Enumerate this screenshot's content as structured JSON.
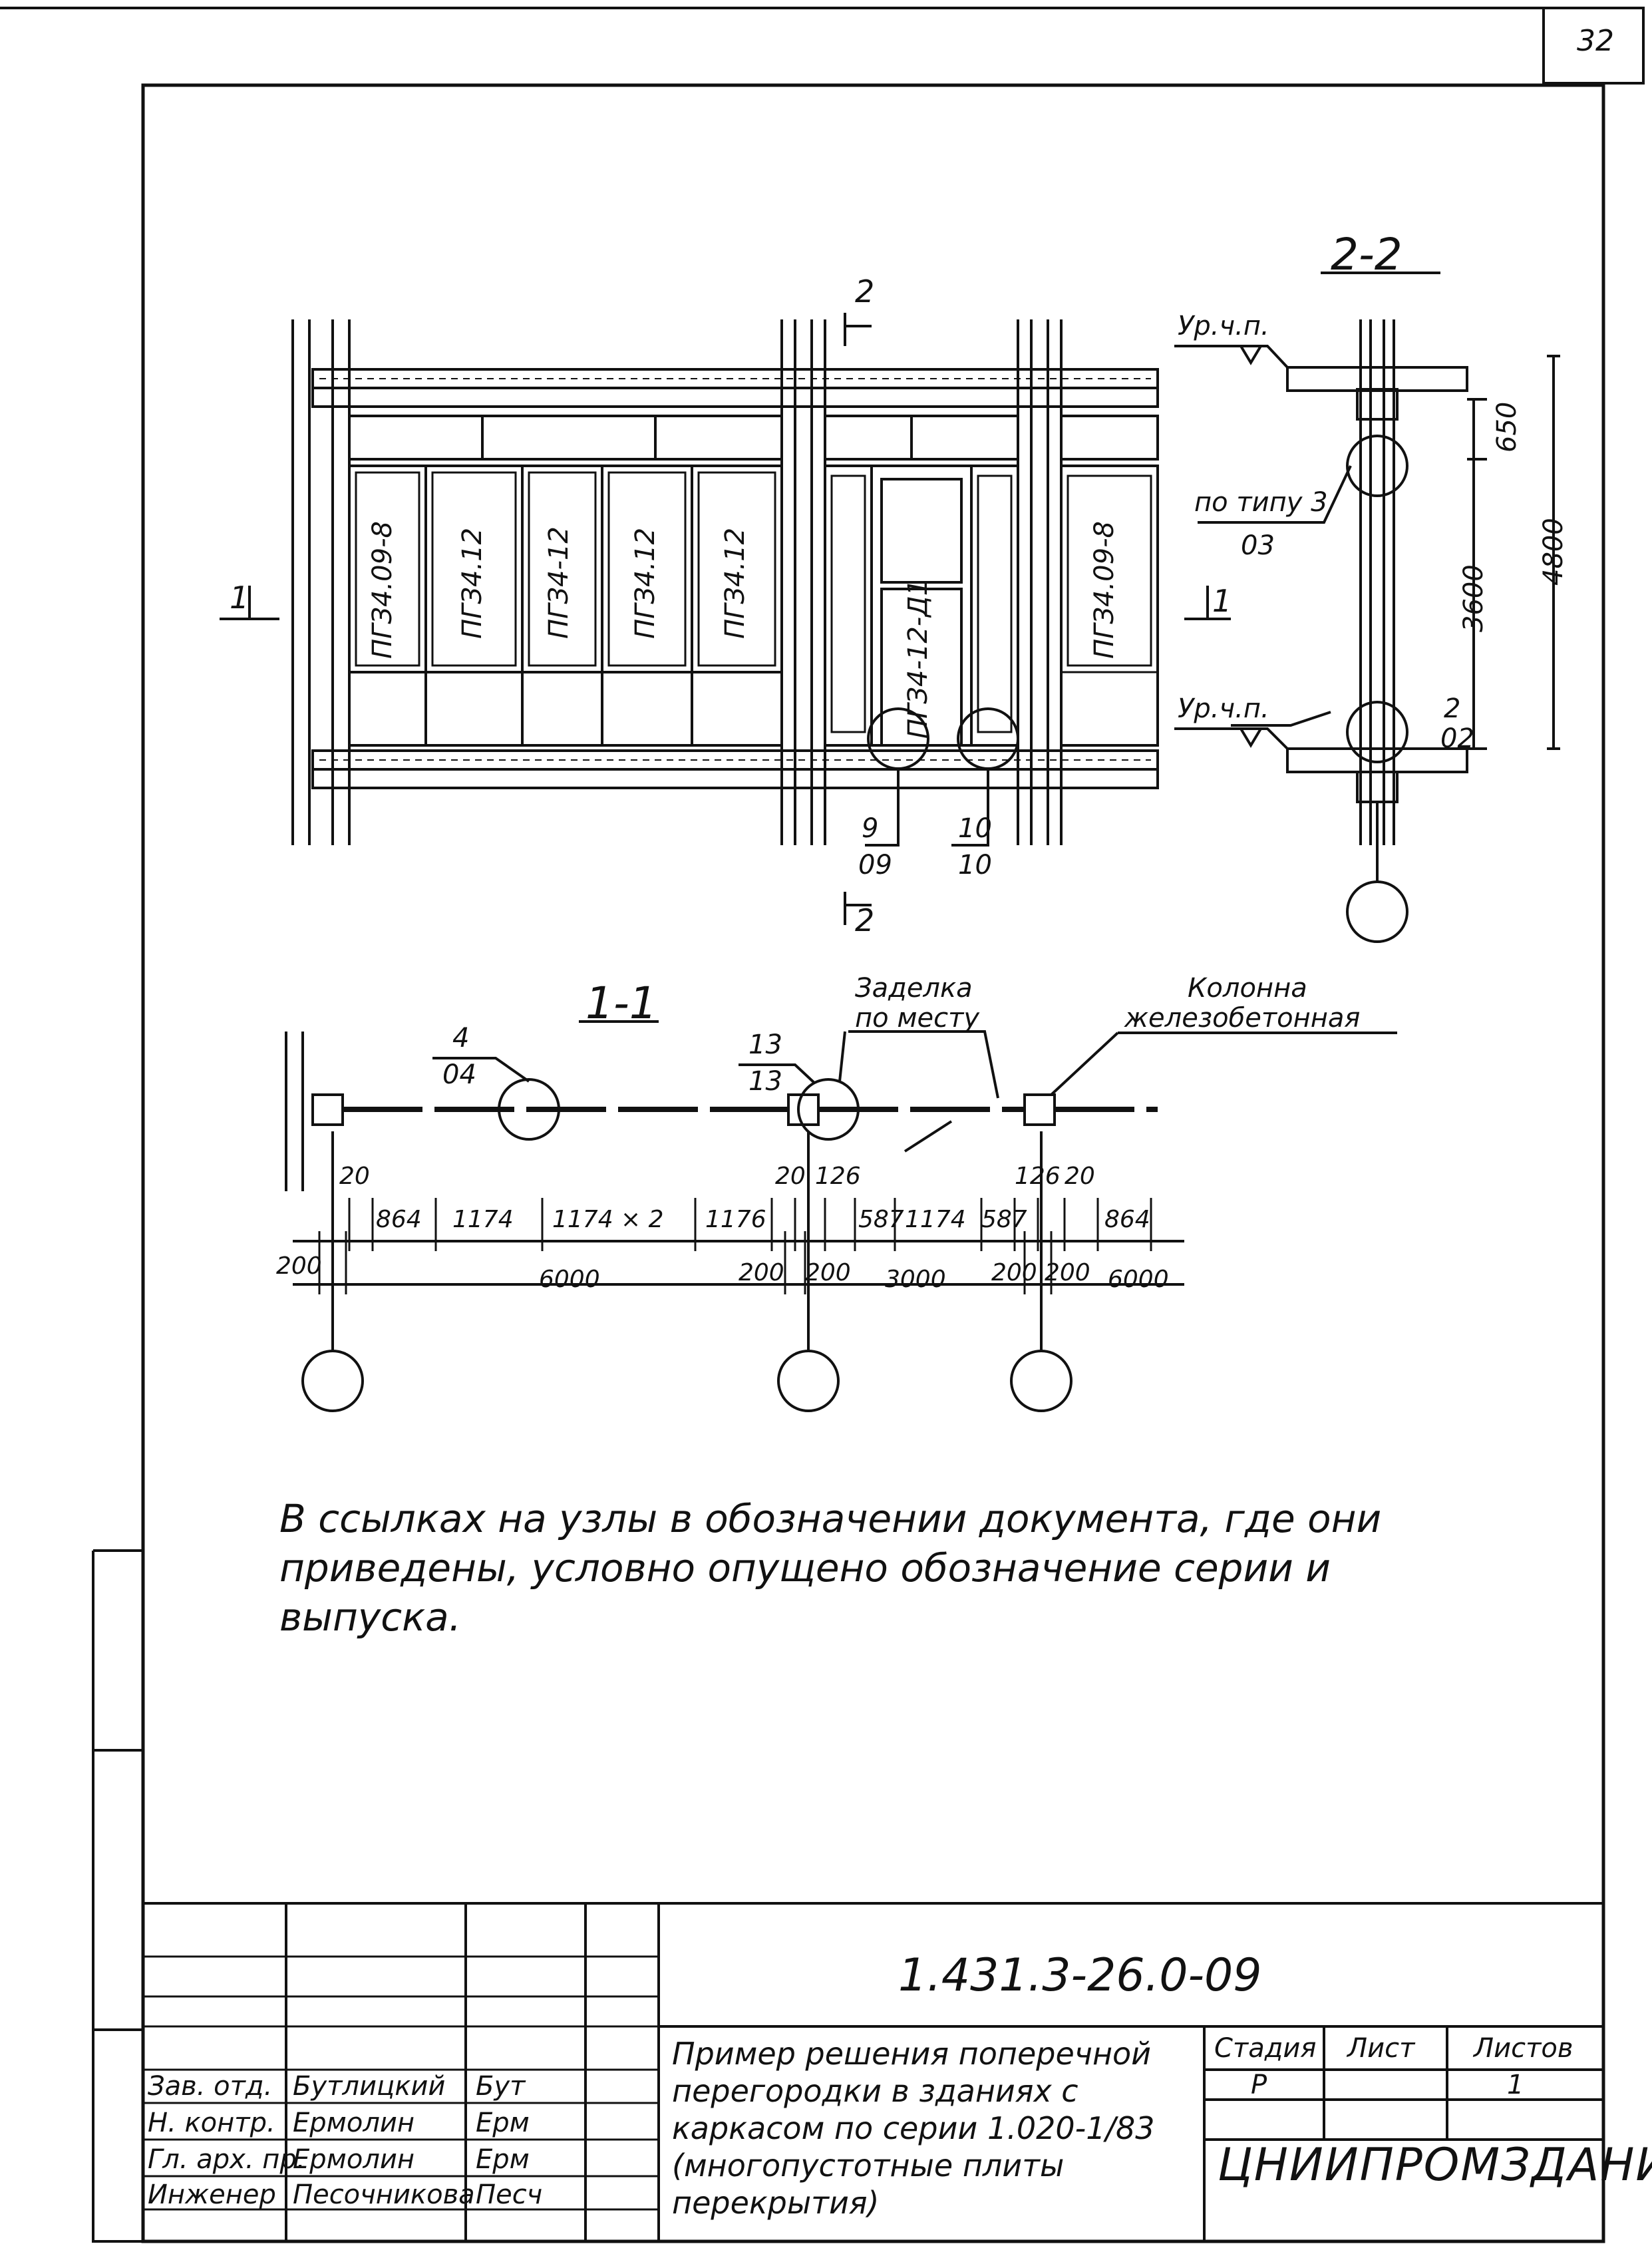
{
  "page_number": "32",
  "sections": {
    "section_1": "1-1",
    "section_2": "2-2",
    "cut_mark_1": "1",
    "cut_mark_2": "2"
  },
  "elevation": {
    "panels_left": [
      "ПГЗ4.09-8",
      "ПГЗ4.12",
      "ПГЗ4-12",
      "ПГЗ4.12",
      "ПГЗ4.12"
    ],
    "panel_door": "ПГЗ4-12-Д1",
    "panel_right": "ПГЗ4.09-8",
    "callout_9": {
      "num": "9",
      "ref": "09"
    },
    "callout_10": {
      "num": "10",
      "ref": "10"
    }
  },
  "section_2_2": {
    "level_top": "Ур.ч.п.",
    "level_bottom": "Ур.ч.п.",
    "type_label": "по типу 3",
    "type_ref": "03",
    "callout_2": {
      "num": "2",
      "ref": "02"
    },
    "dim_650": "650",
    "dim_3600": "3600",
    "dim_4800": "4800"
  },
  "section_1_1": {
    "callout_4": {
      "num": "4",
      "ref": "04"
    },
    "callout_13": {
      "num": "13",
      "ref": "13"
    },
    "fill_label_1": "Заделка",
    "fill_label_2": "по месту",
    "column_label_1": "Колонна",
    "column_label_2": "железобетонная",
    "dims_row1": [
      "20",
      "864",
      "1174",
      "1174 × 2",
      "1176",
      "20",
      "126",
      "587",
      "1174",
      "587",
      "126",
      "20",
      "864"
    ],
    "dims_row2": [
      "200",
      "6000",
      "200",
      "200",
      "3000",
      "200",
      "200",
      "6000"
    ]
  },
  "note": "В ссылках на узлы в обозначении документа, где они приведены, условно опущено обозначение серии и выпуска.",
  "stamp": {
    "doc_code": "1.431.3-26.0-09",
    "title": "Пример решения поперечной перегородки в зданиях с каркасом по серии 1.020-1/83 (многопустотные плиты перекрытия)",
    "stage_hdr": "Стадия",
    "sheet_hdr": "Лист",
    "sheets_hdr": "Листов",
    "stage_val": "Р",
    "sheets_val": "1",
    "org": "ЦНИИПРОМЗДАНИЙ",
    "roles": [
      {
        "role": "Зав. отд.",
        "name": "Бутлицкий",
        "sign": "Бут"
      },
      {
        "role": "Н. контр.",
        "name": "Ермолин",
        "sign": "Ерм"
      },
      {
        "role": "Гл. арх. пр.",
        "name": "Ермолин",
        "sign": "Ерм"
      },
      {
        "role": "Инженер",
        "name": "Песочникова",
        "sign": "Песч"
      }
    ]
  }
}
